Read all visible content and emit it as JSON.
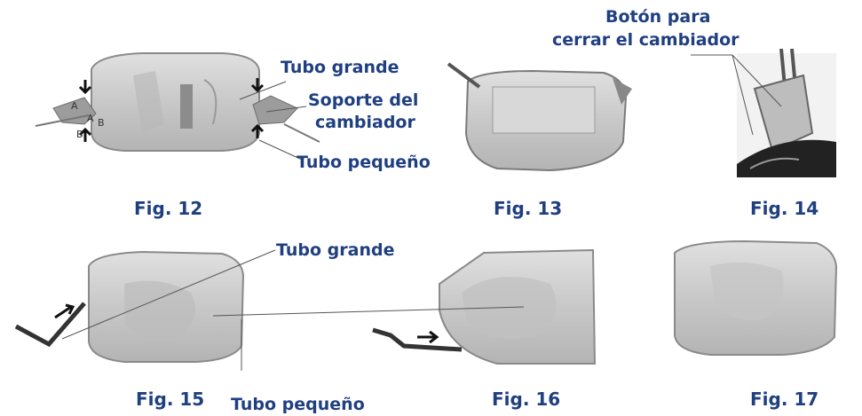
{
  "labels": {
    "tubo_grande_top": "Tubo grande",
    "soporte_line1": "Soporte del",
    "soporte_line2": "cambiador",
    "tubo_pequeno_top": "Tubo pequeño",
    "boton_line1": "Botón para",
    "boton_line2": "cerrar el cambiador",
    "tubo_grande_bottom": "Tubo grande",
    "tubo_pequeno_bottom": "Tubo pequeño"
  },
  "figures": {
    "fig12": "Fig. 12",
    "fig13": "Fig. 13",
    "fig14": "Fig. 14",
    "fig15": "Fig. 15",
    "fig16": "Fig. 16",
    "fig17": "Fig. 17"
  },
  "diagram_letters": {
    "a1": "A",
    "a2": "A",
    "b1": "B",
    "b2": "B"
  },
  "colors": {
    "label_text": "#1f3f80",
    "fabric": "#cfcfcf",
    "fabric_dark": "#9a9a9a"
  }
}
